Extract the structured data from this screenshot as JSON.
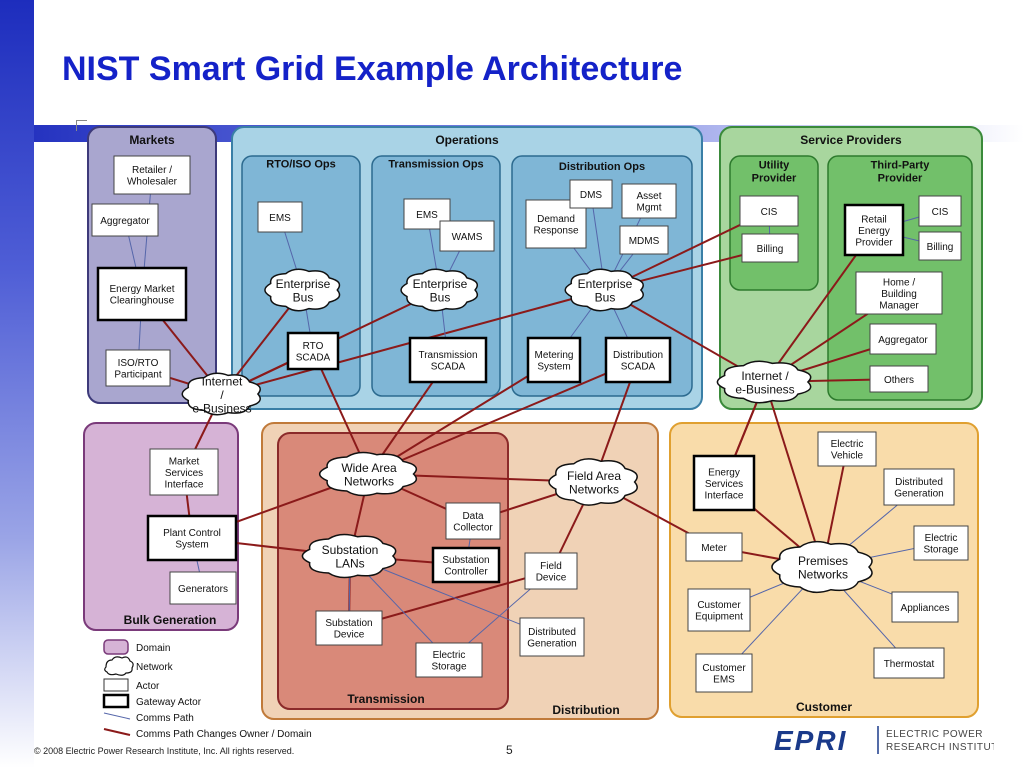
{
  "slide": {
    "title": "NIST Smart Grid Example Architecture",
    "footer": "© 2008 Electric Power Research Institute, Inc. All rights reserved.",
    "page_number": "5",
    "logo": {
      "mark": "EPRI",
      "line1": "ELECTRIC POWER",
      "line2": "RESEARCH INSTITUTE"
    }
  },
  "colors": {
    "title": "#1422c8",
    "markets": "#a9a6cf",
    "operations": "#a9d3e6",
    "operations_inner": "#7fb6d6",
    "service_providers": "#a8d69e",
    "service_inner": "#72c06a",
    "bulk_generation": "#d6b3d6",
    "transmission": "#d98979",
    "distribution": "#f0d2b6",
    "customer": "#f9dcaa",
    "owner_change_path": "#8b1a1a",
    "comms_path": "#5566aa"
  },
  "domains": {
    "markets": "Markets",
    "operations": "Operations",
    "rto_iso_ops": "RTO/ISO Ops",
    "transmission_ops": "Transmission Ops",
    "distribution_ops": "Distribution Ops",
    "service_providers": "Service Providers",
    "utility_provider": "Utility Provider",
    "third_party_provider": "Third-Party Provider",
    "bulk_generation": "Bulk Generation",
    "transmission": "Transmission",
    "distribution": "Distribution",
    "customer": "Customer"
  },
  "networks": {
    "internet_left": "Internet / e-Business",
    "internet_right": "Internet / e-Business",
    "bus_rto": "Enterprise Bus",
    "bus_trans": "Enterprise Bus",
    "bus_dist": "Enterprise Bus",
    "wan": "Wide Area Networks",
    "field_area": "Field Area Networks",
    "substation_lans": "Substation LANs",
    "premises": "Premises Networks"
  },
  "actors": {
    "retailer": "Retailer / Wholesaler",
    "aggregator_mk": "Aggregator",
    "clearinghouse": "Energy Market Clearinghouse",
    "iso_rto": "ISO/RTO Participant",
    "ems_rto": "EMS",
    "rto_scada": "RTO SCADA",
    "ems_trans": "EMS",
    "wams": "WAMS",
    "trans_scada": "Transmission SCADA",
    "demand_resp": "Demand Response",
    "dms": "DMS",
    "asset_mgmt": "Asset Mgmt",
    "mdms": "MDMS",
    "metering_sys": "Metering System",
    "dist_scada": "Distribution SCADA",
    "cis_util": "CIS",
    "billing_util": "Billing",
    "retail_provider": "Retail Energy Provider",
    "cis_tp": "CIS",
    "billing_tp": "Billing",
    "home_bldg_mgr": "Home / Building Manager",
    "aggregator_sp": "Aggregator",
    "others": "Others",
    "market_svc_iface": "Market Services Interface",
    "plant_control": "Plant Control System",
    "generators": "Generators",
    "data_collector": "Data Collector",
    "substation_ctrl": "Substation Controller",
    "substation_dev": "Substation Device",
    "electric_storage_t": "Electric Storage",
    "field_device": "Field Device",
    "dist_gen_d": "Distributed Generation",
    "esi": "Energy Services Interface",
    "meter": "Meter",
    "cust_equipment": "Customer Equipment",
    "cust_ems": "Customer EMS",
    "electric_vehicle": "Electric Vehicle",
    "dist_gen_c": "Distributed Generation",
    "electric_storage_c": "Electric Storage",
    "appliances": "Appliances",
    "thermostat": "Thermostat"
  },
  "legend": {
    "domain": "Domain",
    "network": "Network",
    "actor": "Actor",
    "gateway": "Gateway Actor",
    "comms_path": "Comms Path",
    "owner_change": "Comms Path Changes Owner / Domain"
  }
}
